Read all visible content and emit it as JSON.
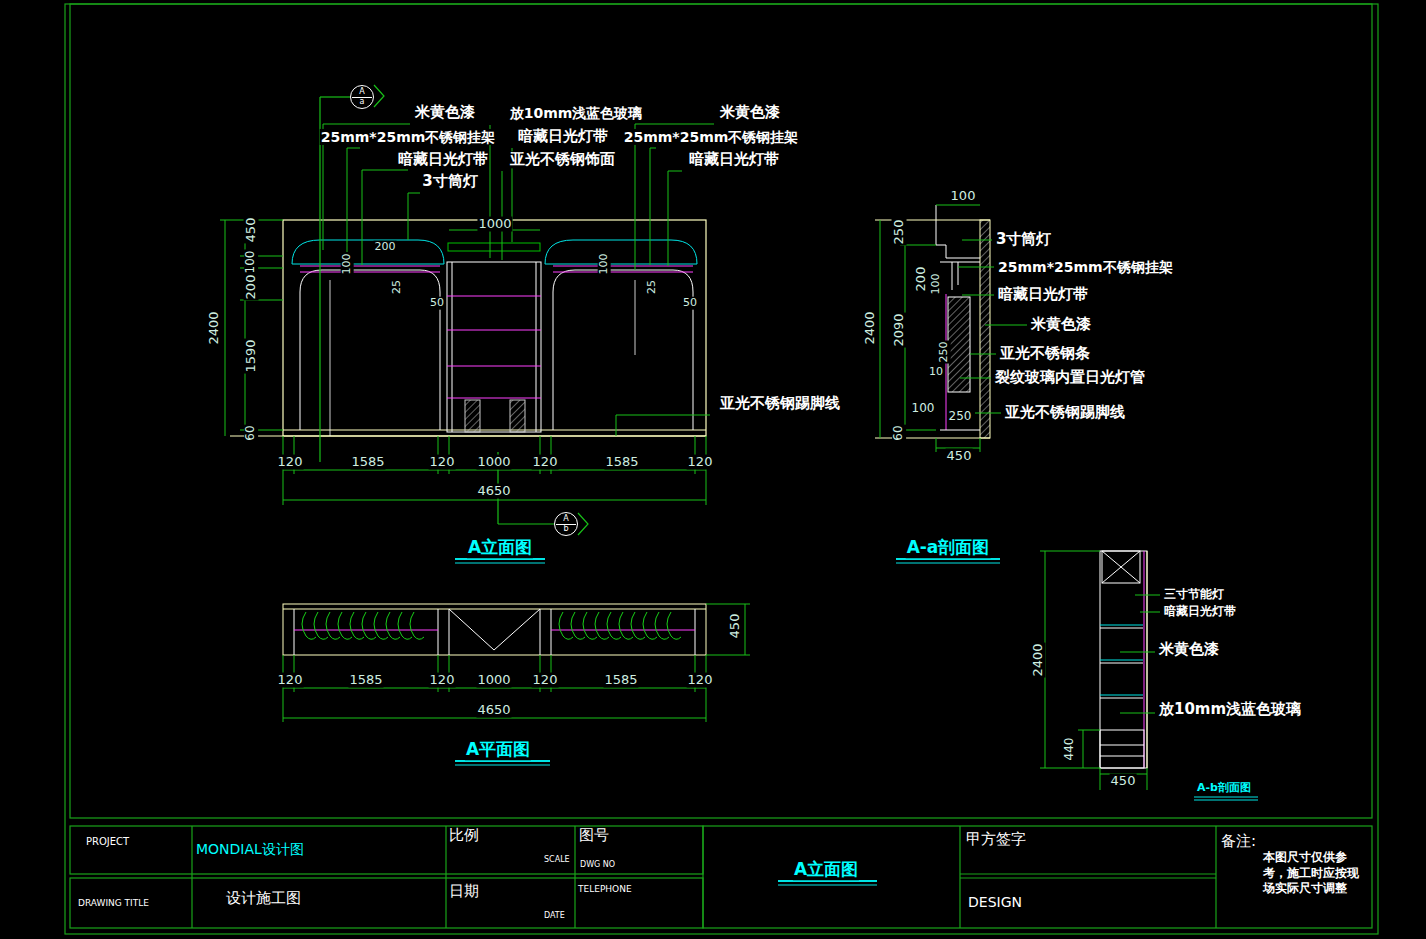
{
  "diagram": {
    "nodes": [
      {
        "text": [
          "A",
          "a"
        ]
      },
      {
        "text": [
          "A",
          "b"
        ]
      }
    ],
    "labels": [
      "米黄色漆",
      "25mm*25mm不锈钢挂架",
      "暗藏日光灯带",
      "3寸筒灯",
      "放10mm浅蓝色玻璃",
      "暗藏日光灯带",
      "亚光不锈钢饰面",
      "米黄色漆",
      "25mm*25mm不锈钢挂架",
      "暗藏日光灯带",
      "亚光不锈钢踢脚线",
      "450",
      "100",
      "200",
      "1590",
      "60",
      "2400",
      "1000",
      "100",
      "200",
      "25",
      "50",
      "100",
      "25",
      "50",
      "120",
      "1585",
      "120",
      "1000",
      "120",
      "1585",
      "120",
      "4650",
      "A立面图",
      "100",
      "250",
      "200",
      "100",
      "2090",
      "2400",
      "60",
      "250",
      "10",
      "100",
      "250",
      "450",
      "3寸筒灯",
      "25mm*25mm不锈钢挂架",
      "暗藏日光灯带",
      "米黄色漆",
      "亚光不锈钢条",
      "裂纹玻璃内置日光灯管",
      "亚光不锈钢踢脚线",
      "A-a剖面图",
      "450",
      "120",
      "1585",
      "120",
      "1000",
      "120",
      "1585",
      "120",
      "4650",
      "A平面图",
      "三寸节能灯",
      "暗藏日光灯带",
      "米黄色漆",
      "放10mm浅蓝色玻璃",
      "2400",
      "440",
      "450",
      "A-b剖面图",
      "PROJECT",
      "MONDIAL设计图",
      "比例",
      "SCALE",
      "图号",
      "DWG NO",
      "日期",
      "DATE",
      "TELEPHONE",
      "DRAWING TITLE",
      "设计施工图",
      "A立面图",
      "甲方签字",
      "DESIGN",
      "备注:",
      "本图尺寸仅供参考，施工时应按现场实际尺寸调整"
    ]
  }
}
